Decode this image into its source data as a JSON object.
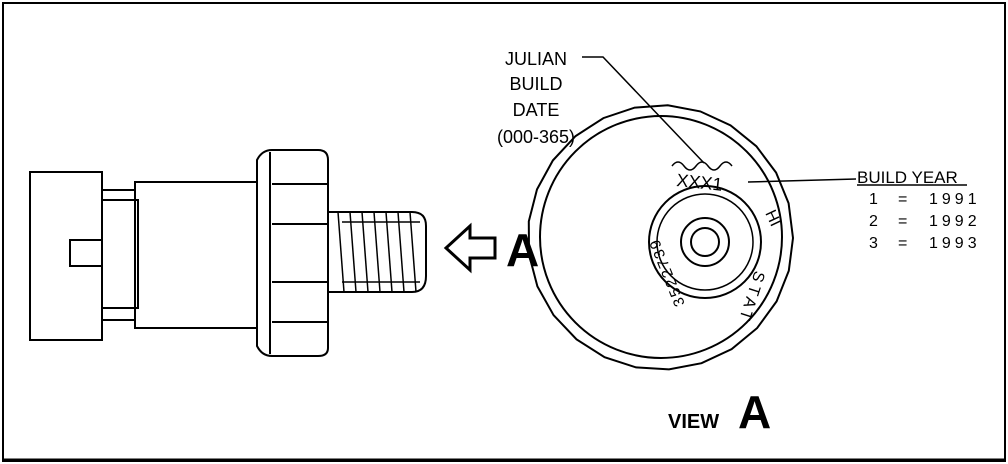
{
  "callouts": {
    "julian": [
      "JULIAN",
      "BUILD",
      "DATE",
      "(000-365)"
    ],
    "build_year_title": "BUILD YEAR",
    "build_year_rows": [
      {
        "code": "1",
        "eq": "=",
        "year": "1991"
      },
      {
        "code": "2",
        "eq": "=",
        "year": "1992"
      },
      {
        "code": "3",
        "eq": "=",
        "year": "1993"
      }
    ]
  },
  "face": {
    "code_text": "XXX1",
    "part_number": "3522739",
    "word_hi": "HI",
    "word_stat": "STAT"
  },
  "arrow_label": "A",
  "view_label": {
    "prefix": "VIEW",
    "letter": "A"
  }
}
